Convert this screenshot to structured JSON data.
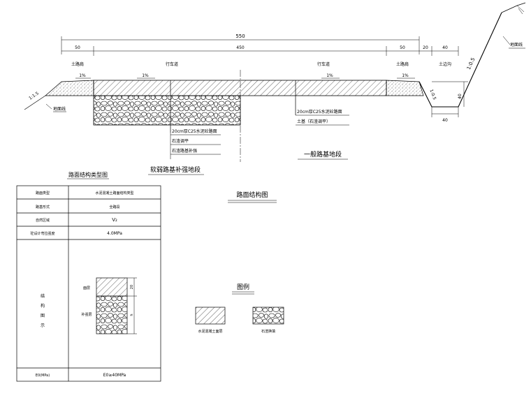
{
  "dimensions": {
    "total": "550",
    "left_shoulder": "50",
    "carriageway": "450",
    "right_shoulder": "50",
    "gap": "20",
    "ditch_top": "40",
    "ditch_bottom": "40",
    "ditch_depth": "40",
    "ditch_slope": "1:0.5",
    "cut_slope": "1:0.5",
    "fill_slope": "1:1.5"
  },
  "labels": {
    "shoulder_left": "土路肩",
    "carriage_left": "行车道",
    "carriage_right": "行车道",
    "shoulder_right": "土路肩",
    "ditch": "土边沟",
    "slope_1": "1%",
    "slope_2": "1%",
    "slope_3": "1%",
    "slope_4": "1%",
    "ground_left": "地面线",
    "ground_right": "地面线",
    "soft_note_1": "20cm厚C25水泥砼路面",
    "soft_note_2": "石渣调平",
    "soft_note_3": "石渣路基补强",
    "general_note_1": "20cm厚C25水泥砼路面",
    "general_note_2": "土基（石渣调平）",
    "soft_section_title": "软弱路基补强地段",
    "general_section_title": "一般路基地段"
  },
  "table": {
    "title": "路面结构类型图",
    "rows": [
      {
        "label": "路面类型",
        "value": "水泥混凝土路面结构类型"
      },
      {
        "label": "路基形式",
        "value": "全路段"
      },
      {
        "label": "自然区域",
        "value": "V₂"
      },
      {
        "label": "砼设计弯拉强度",
        "value": "4.0MPa"
      }
    ],
    "structure_label": "结构图示",
    "structure_chars": [
      "结",
      "构",
      "图",
      "示"
    ],
    "layer_top": "面层",
    "layer_bottom": "补强层",
    "dim_top": "20",
    "dim_bottom": "h",
    "e0_label": "E0(MPa)",
    "e0_value": "E0≥40MPa"
  },
  "structure_title": "路面结构图",
  "legend": {
    "title": "图例",
    "item_1": "水泥混凝土面层",
    "item_2": "石渣换填"
  }
}
